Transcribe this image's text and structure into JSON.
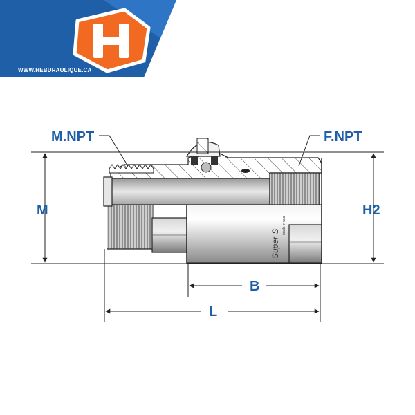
{
  "logo": {
    "letter": "H",
    "url": "WWW.HEBDRAULIQUE.CA",
    "colors": {
      "banner": "#1f5fa8",
      "banner_light": "#2e75c6",
      "hexagon": "#f26a21"
    }
  },
  "dimensions": {
    "m_npt": "M.NPT",
    "f_npt": "F.NPT",
    "m": "M",
    "h2": "H2",
    "b": "B",
    "l": "L"
  },
  "part_marking": {
    "brand": "Super S",
    "made_in": "made in usa"
  },
  "colors": {
    "label": "#1f5fa8",
    "line": "#222222"
  }
}
